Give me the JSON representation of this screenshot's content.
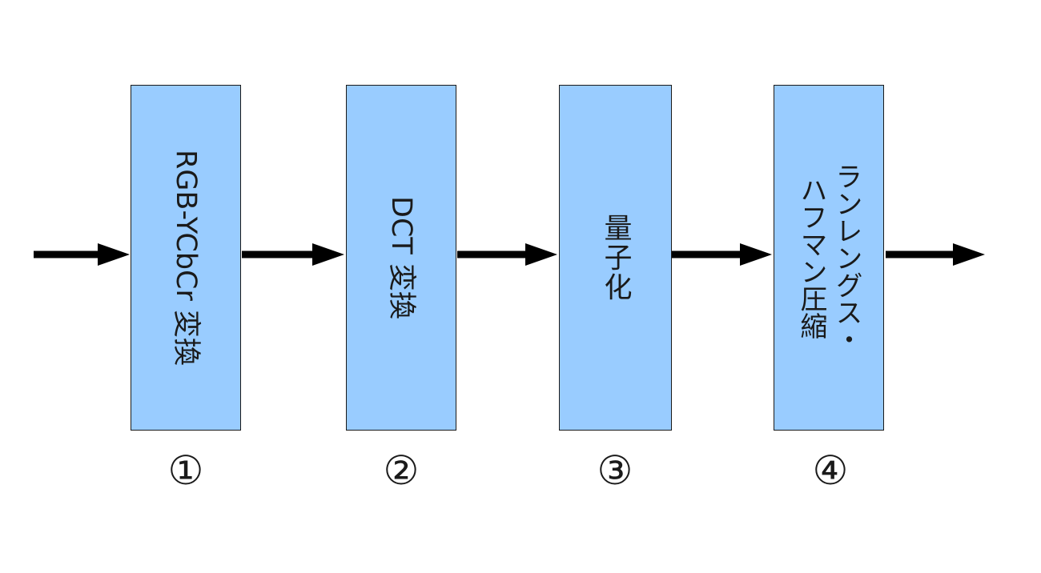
{
  "steps": [
    {
      "label": "RGB-YCbCr 変換",
      "number": "①"
    },
    {
      "label": "DCT 変換",
      "number": "②"
    },
    {
      "label": "量子化",
      "number": "③"
    },
    {
      "label": "ランレングス・\nハフマン圧縮",
      "number": "④"
    }
  ],
  "colors": {
    "box_fill": "#99ccff",
    "box_stroke": "#1a1a1a",
    "arrow": "#000000"
  }
}
